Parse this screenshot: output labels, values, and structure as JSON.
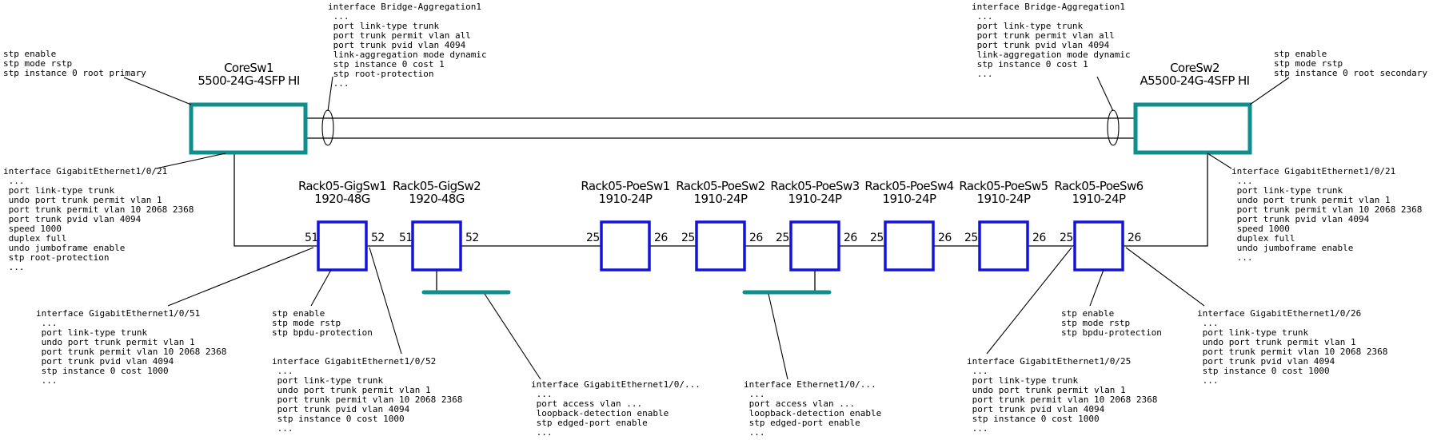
{
  "core_switches": [
    {
      "name": "CoreSw1",
      "model": "5500-24G-4SFP HI"
    },
    {
      "name": "CoreSw2",
      "model": "A5500-24G-4SFP HI"
    }
  ],
  "access_switches": [
    {
      "name": "Rack05-GigSw1",
      "model": "1920-48G",
      "port_left": "51",
      "port_right": "52"
    },
    {
      "name": "Rack05-GigSw2",
      "model": "1920-48G",
      "port_left": "51",
      "port_right": "52"
    },
    {
      "name": "Rack05-PoeSw1",
      "model": "1910-24P",
      "port_left": "25",
      "port_right": "26"
    },
    {
      "name": "Rack05-PoeSw2",
      "model": "1910-24P",
      "port_left": "25",
      "port_right": "26"
    },
    {
      "name": "Rack05-PoeSw3",
      "model": "1910-24P",
      "port_left": "25",
      "port_right": "26"
    },
    {
      "name": "Rack05-PoeSw4",
      "model": "1910-24P",
      "port_left": "25",
      "port_right": "26"
    },
    {
      "name": "Rack05-PoeSw5",
      "model": "1910-24P",
      "port_left": "25",
      "port_right": "26"
    },
    {
      "name": "Rack05-PoeSw6",
      "model": "1910-24P",
      "port_left": "25",
      "port_right": "26"
    }
  ],
  "notes": [
    {
      "id": "core1-stp",
      "lines": [
        "stp enable",
        "stp mode rstp",
        "stp instance 0 root primary"
      ]
    },
    {
      "id": "core1-bagg",
      "lines": [
        "interface Bridge-Aggregation1",
        " ...",
        " port link-type trunk",
        " port trunk permit vlan all",
        " port trunk pvid vlan 4094",
        " link-aggregation mode dynamic",
        " stp instance 0 cost 1",
        " stp root-protection",
        " ..."
      ]
    },
    {
      "id": "core2-bagg",
      "lines": [
        "interface Bridge-Aggregation1",
        " ...",
        " port link-type trunk",
        " port trunk permit vlan all",
        " port trunk pvid vlan 4094",
        " link-aggregation mode dynamic",
        " stp instance 0 cost 1",
        " ..."
      ]
    },
    {
      "id": "core2-stp",
      "lines": [
        "stp enable",
        "stp mode rstp",
        "stp instance 0 root secondary"
      ]
    },
    {
      "id": "core1-ge21",
      "lines": [
        "interface GigabitEthernet1/0/21",
        " ...",
        " port link-type trunk",
        " undo port trunk permit vlan 1",
        " port trunk permit vlan 10 2068 2368",
        " port trunk pvid vlan 4094",
        " speed 1000",
        " duplex full",
        " undo jumboframe enable",
        " stp root-protection",
        " ..."
      ]
    },
    {
      "id": "core2-ge21",
      "lines": [
        "interface GigabitEthernet1/0/21",
        " ...",
        " port link-type trunk",
        " undo port trunk permit vlan 1",
        " port trunk permit vlan 10 2068 2368",
        " port trunk pvid vlan 4094",
        " speed 1000",
        " duplex full",
        " undo jumboframe enable",
        " ..."
      ]
    },
    {
      "id": "gigsw1-ge51",
      "lines": [
        "interface GigabitEthernet1/0/51",
        " ...",
        " port link-type trunk",
        " undo port trunk permit vlan 1",
        " port trunk permit vlan 10 2068 2368",
        " port trunk pvid vlan 4094",
        " stp instance 0 cost 1000",
        " ..."
      ]
    },
    {
      "id": "gigsw1-stp",
      "lines": [
        "stp enable",
        "stp mode rstp",
        "stp bpdu-protection"
      ]
    },
    {
      "id": "gigsw1-ge52",
      "lines": [
        "interface GigabitEthernet1/0/52",
        " ...",
        " port link-type trunk",
        " undo port trunk permit vlan 1",
        " port trunk permit vlan 10 2068 2368",
        " port trunk pvid vlan 4094",
        " stp instance 0 cost 1000",
        " ..."
      ]
    },
    {
      "id": "gig-access",
      "lines": [
        "interface GigabitEthernet1/0/...",
        " ...",
        " port access vlan ...",
        " loopback-detection enable",
        " stp edged-port enable",
        " ..."
      ]
    },
    {
      "id": "poe-access",
      "lines": [
        "interface Ethernet1/0/...",
        " ...",
        " port access vlan ...",
        " loopback-detection enable",
        " stp edged-port enable",
        " ..."
      ]
    },
    {
      "id": "poesw6-ge25",
      "lines": [
        "interface GigabitEthernet1/0/25",
        " ...",
        " port link-type trunk",
        " undo port trunk permit vlan 1",
        " port trunk permit vlan 10 2068 2368",
        " port trunk pvid vlan 4094",
        " stp instance 0 cost 1000",
        " ..."
      ]
    },
    {
      "id": "poesw6-stp",
      "lines": [
        "stp enable",
        "stp mode rstp",
        "stp bpdu-protection"
      ]
    },
    {
      "id": "poesw6-ge26",
      "lines": [
        "interface GigabitEthernet1/0/26",
        " ...",
        " port link-type trunk",
        " undo port trunk permit vlan 1",
        " port trunk permit vlan 10 2068 2368",
        " port trunk pvid vlan 4094",
        " stp instance 0 cost 1000",
        " ..."
      ]
    }
  ],
  "colors": {
    "core_outline": "#0f8e8e",
    "access_outline": "#1414d8",
    "segment_bar": "#0f8e8e",
    "line": "#000000"
  }
}
